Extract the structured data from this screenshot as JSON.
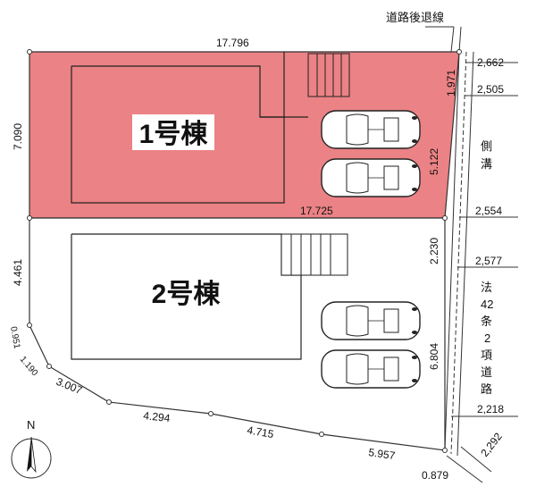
{
  "header": {
    "setback_label": "道路後退線"
  },
  "lots": {
    "lot1": {
      "name": "1号棟",
      "color": "#eb8285"
    },
    "lot2": {
      "name": "2号棟",
      "color": "#ffffff"
    }
  },
  "dimensions": {
    "top": "17.796",
    "middle": "17.725",
    "left_upper": "7.090",
    "left_lower": "4.461",
    "right_top": "1.971",
    "right_mid": "5.122",
    "right_upper2": "2.230",
    "right_lower": "6.804",
    "sw_a": "0.951",
    "sw_b": "1.190",
    "s_1": "3.007",
    "s_2": "4.294",
    "s_3": "4.715",
    "s_4": "5.957",
    "s_corner": "0.879"
  },
  "road": {
    "widths": [
      "2,662",
      "2,505",
      "2,554",
      "2,577",
      "2,218",
      "2,292"
    ],
    "gutter_label": [
      "側",
      "溝"
    ],
    "road_label": [
      "法",
      "42",
      "条",
      "2",
      "項",
      "道",
      "路"
    ]
  },
  "compass": {
    "label": "N"
  }
}
